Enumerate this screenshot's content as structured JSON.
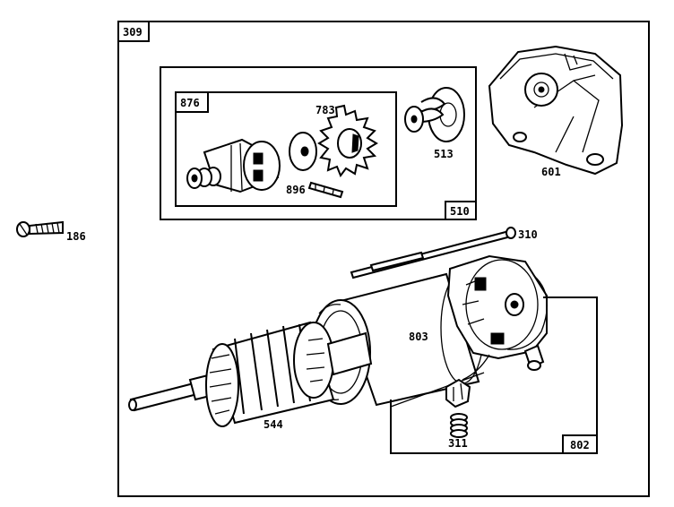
{
  "parts": {
    "assembly": "309",
    "screw_left": "186",
    "drive_kit": "510",
    "drive_subkit": "876",
    "pinion_gear": "783",
    "washer": "896",
    "spring_retainer": "513",
    "drive_end_cap": "601",
    "through_bolt": "310",
    "housing": "803",
    "armature": "544",
    "end_cap_assembly": "802",
    "brush_spring": "311"
  }
}
